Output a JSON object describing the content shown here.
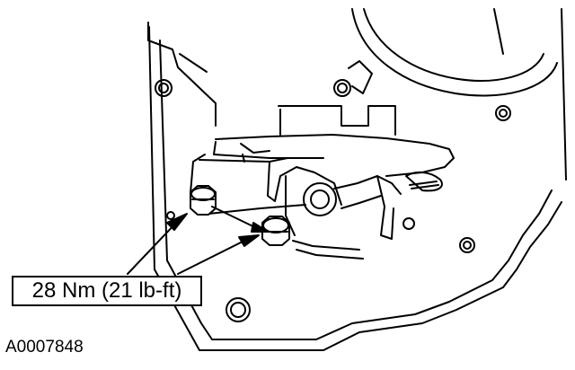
{
  "diagram": {
    "callout": {
      "torque_label": "28 Nm (21 lb-ft)"
    },
    "figure_id": "A0007848",
    "colors": {
      "line": "#000000",
      "background": "#ffffff"
    },
    "fasteners": [
      {
        "name": "bolt-1"
      },
      {
        "name": "bolt-2"
      }
    ]
  }
}
